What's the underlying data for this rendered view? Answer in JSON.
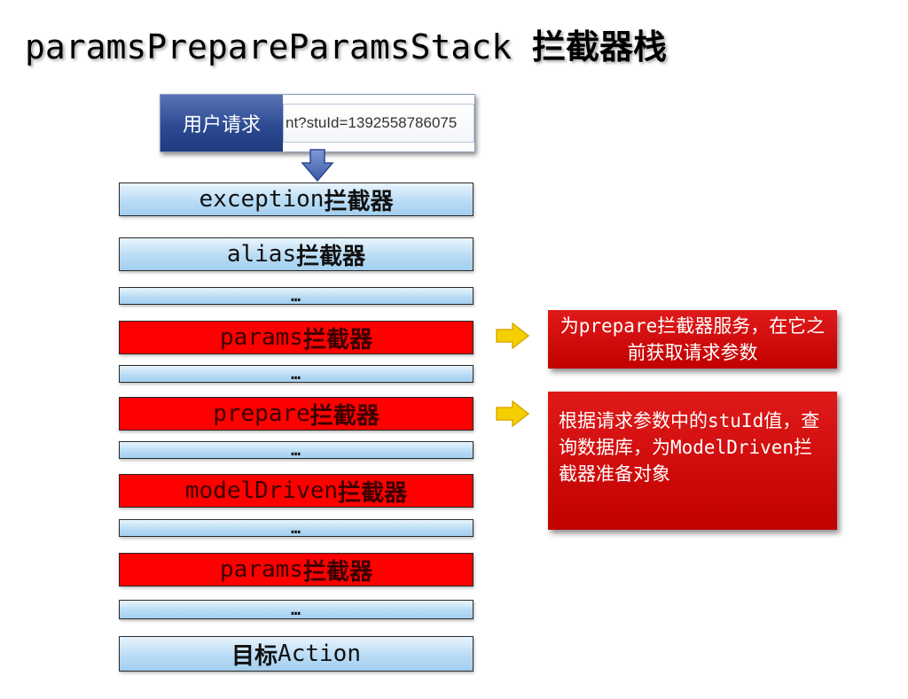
{
  "title": {
    "code": "paramsPrepareParamsStack ",
    "cn": "拦截器栈"
  },
  "request": {
    "label": "用户请求",
    "url": "nt?stuId=1392558786075"
  },
  "stack": [
    {
      "code": "exception",
      "cn": "拦截器",
      "color": "blue"
    },
    {
      "code": "alias",
      "cn": "拦截器",
      "color": "blue"
    },
    {
      "code": "…",
      "cn": "",
      "color": "blue"
    },
    {
      "code": "params",
      "cn": "拦截器",
      "color": "red"
    },
    {
      "code": "…",
      "cn": "",
      "color": "blue"
    },
    {
      "code": "prepare",
      "cn": "拦截器",
      "color": "red"
    },
    {
      "code": "…",
      "cn": "",
      "color": "blue"
    },
    {
      "code": "modelDriven",
      "cn": "拦截器",
      "color": "red"
    },
    {
      "code": "…",
      "cn": "",
      "color": "blue"
    },
    {
      "code": "params",
      "cn": "拦截器",
      "color": "red"
    },
    {
      "code": "…",
      "cn": "",
      "color": "blue"
    },
    {
      "code": "Action",
      "cn": "目标",
      "color": "blue"
    }
  ],
  "notes": {
    "note1": {
      "a": "为",
      "b": "prepare",
      "c": "拦截器服务，在它之前获取请求参数"
    },
    "note2": {
      "a": "根据请求参数中的",
      "b": "stuId",
      "c": "值，查询数据库，为",
      "d": "ModelDriven",
      "e": "拦截器准备对象"
    }
  },
  "colors": {
    "blue_bar": "#b9dcf5",
    "red_bar": "#ff0000",
    "note": "#c10000",
    "arrow_yellow": "#f5d000",
    "request": "#2d4a93"
  }
}
